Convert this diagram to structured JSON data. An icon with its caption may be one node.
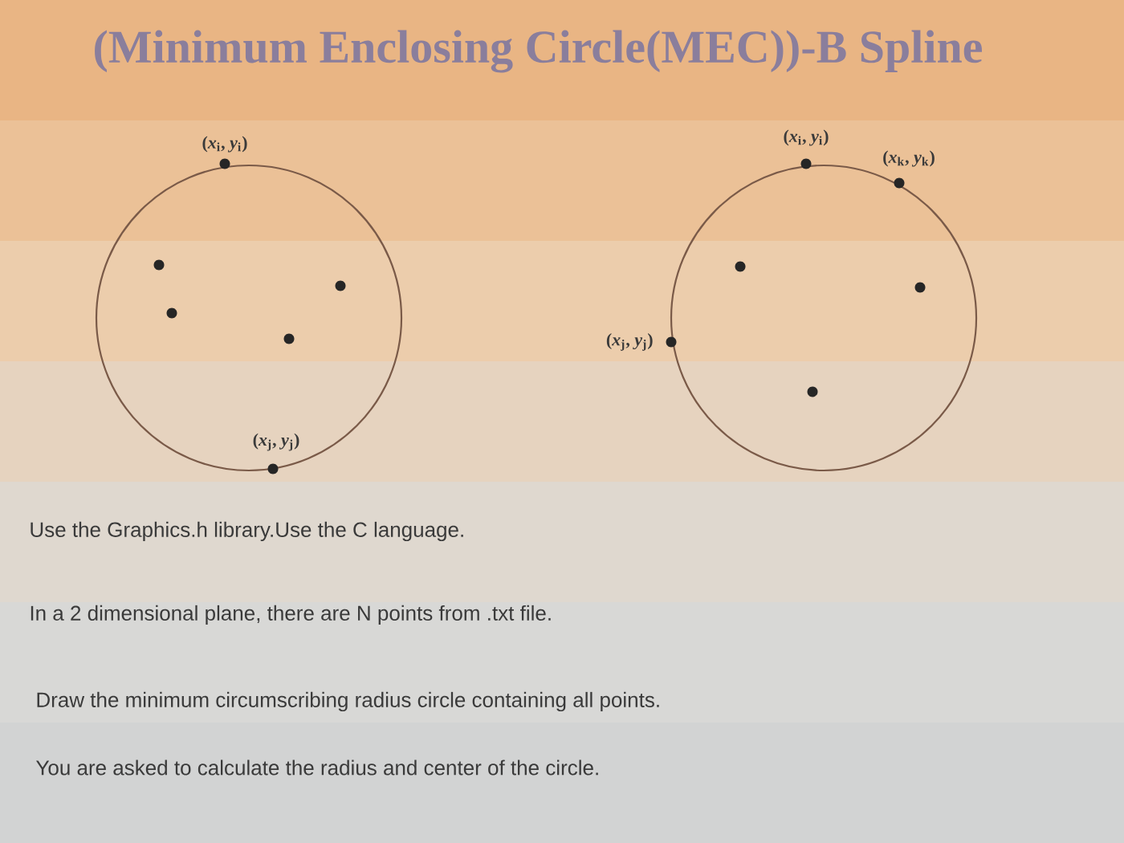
{
  "diagram": {
    "title": "(Minimum Enclosing Circle(MEC))-B Spline",
    "nodes": [
      {
        "text": [],
        "shape": "circle"
      },
      {
        "text": [],
        "shape": "circle",
        "beside": [
          "(*x*$_{i}$, *y*$_{i}$)"
        ]
      },
      {
        "text": [],
        "shape": "circle",
        "in": 0
      },
      {
        "text": [],
        "shape": "circle",
        "in": 0
      },
      {
        "text": [],
        "shape": "circle",
        "in": 0
      },
      {
        "text": [],
        "shape": "circle",
        "in": 0
      },
      {
        "text": [],
        "shape": "circle",
        "beside": [
          "(*x*$_{j}$, *y*$_{j}$)"
        ]
      },
      {
        "text": [],
        "shape": "circle"
      },
      {
        "text": [],
        "shape": "circle",
        "beside": [
          "(*x*$_{i}$, *y*$_{i}$)"
        ]
      },
      {
        "text": [],
        "shape": "circle",
        "beside": [
          "(*x*$_{k}$, *y*$_{k}$)"
        ]
      },
      {
        "text": [],
        "shape": "circle",
        "beside": [
          "(*x*$_{j}$, *y*$_{j}$)"
        ]
      },
      {
        "text": [],
        "shape": "circle",
        "in": 7
      },
      {
        "text": [],
        "shape": "circle",
        "in": 7
      },
      {
        "text": [],
        "shape": "circle",
        "in": 7
      }
    ],
    "labels": [
      "Use the Graphics.h library.Use the C language.",
      "In a 2 dimensional plane, there are N points from .txt file.",
      "Draw the minimum circumscribing radius circle containing all points.",
      "You are asked to calculate the radius and center of the circle."
    ]
  }
}
